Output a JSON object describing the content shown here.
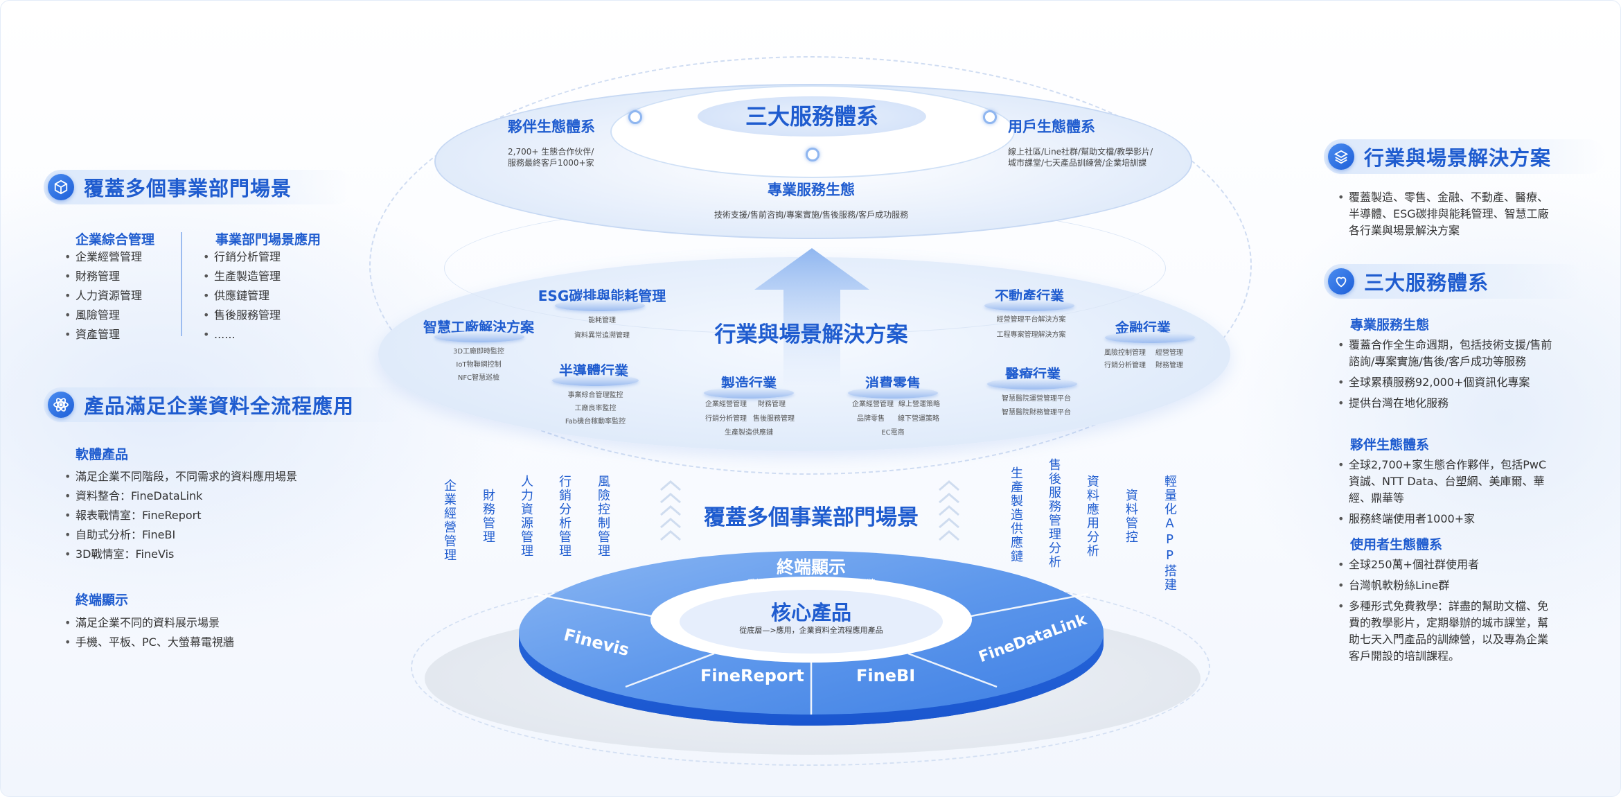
{
  "left": {
    "section1": {
      "title": "覆蓋多個事業部門場景",
      "col1": {
        "heading": "企業綜合管理",
        "items": [
          "企業經營管理",
          "財務管理",
          "人力資源管理",
          "風險管理",
          "資產管理"
        ]
      },
      "col2": {
        "heading": "事業部門場景應用",
        "items": [
          "行銷分析管理",
          "生產製造管理",
          "供應鏈管理",
          "售後服務管理",
          "......"
        ]
      }
    },
    "section2": {
      "title": "產品滿足企業資料全流程應用",
      "software": {
        "heading": "軟體產品",
        "items": [
          "滿足企業不同階段，不同需求的資料應用場景",
          "資料整合：FineDataLink",
          "報表戰情室：FineReport",
          "自助式分析：FineBI",
          "3D戰情室：FineVis"
        ]
      },
      "terminal": {
        "heading": "終端顯示",
        "items": [
          "滿足企業不同的資料展示場景",
          "手機、平板、PC、大螢幕電視牆"
        ]
      }
    }
  },
  "right": {
    "section1": {
      "title": "行業與場景解決方案",
      "items": [
        "覆蓋製造、零售、金融、不動產、醫療、半導體、ESG碳排與能耗管理、智慧工廠各行業與場景解決方案"
      ]
    },
    "section2": {
      "title": "三大服務體系",
      "pro": {
        "heading": "專業服務生態",
        "items": [
          "覆蓋合作全生命週期，包括技術支援/售前諮詢/專案實施/售後/客戶成功等服務",
          "全球累積服務92,000+個資訊化專案",
          "提供台灣在地化服務"
        ]
      },
      "partner": {
        "heading": "夥伴生態體系",
        "items": [
          "全球2,700+家生態合作夥伴，包括PwC資誠、NTT Data、台塑網、美庫爾、華經、鼎華等",
          "服務終端使用者1000+家"
        ]
      },
      "user": {
        "heading": "使用者生態體系",
        "items": [
          "全球250萬+個社群使用者",
          "台灣帆軟粉絲Line群",
          "多種形式免費教學：詳盡的幫助文檔、免費的教學影片，定期舉辦的城市課堂，幫助七天入門產品的訓練營，以及專為企業客戶開設的培訓課程。"
        ]
      }
    }
  },
  "center": {
    "top": {
      "title": "三大服務體系",
      "partner_title": "夥伴生態體系",
      "partner_desc1": "2,700+ 生態合作伙伴/",
      "partner_desc2": "服務最終客戶1000+家",
      "user_title": "用戶生態體系",
      "user_desc1": "線上社區/Line社群/幫助文檔/教學影片/",
      "user_desc2": "城市課堂/七天產品訓練營/企業培訓課",
      "pro_title": "專業服務生態",
      "pro_desc": "技術支援/售前咨詢/專案實施/售後服務/客戶成功服務"
    },
    "middle": {
      "title": "行業與場景解決方案",
      "nodes": {
        "esg": {
          "label": "ESG碳排與能耗管理",
          "items": [
            "能耗管理",
            "資料異常追溯管理"
          ]
        },
        "factory": {
          "label": "智慧工廠解決方案",
          "items": [
            "3D工廠即時監控",
            "IoT物聯網控制",
            "NFC智慧巡檢"
          ]
        },
        "semi": {
          "label": "半導體行業",
          "items": [
            "事業綜合管理監控",
            "工廠良率監控",
            "Fab機台稼動率監控"
          ]
        },
        "manu": {
          "label": "製造行業",
          "items": [
            "企業經營管理",
            "財務管理",
            "行銷分析管理",
            "售後服務管理",
            "生產製造供應鏈"
          ]
        },
        "retail": {
          "label": "消費零售",
          "items": [
            "企業經營管理",
            "線上營運策略",
            "品牌零售",
            "線下營運策略",
            "EC電商"
          ]
        },
        "estate": {
          "label": "不動產行業",
          "items": [
            "經營管理平台解決方案",
            "工程專案管理解決方案"
          ]
        },
        "finance": {
          "label": "金融行業",
          "items": [
            "風險控制管理",
            "經營管理",
            "行銷分析管理",
            "財務管理"
          ]
        },
        "medical": {
          "label": "醫療行業",
          "items": [
            "智慧醫院運營管理平台",
            "智慧醫院財務管理平台"
          ]
        }
      }
    },
    "bottom": {
      "title": "覆蓋多個事業部門場景",
      "left_cols": [
        "企業經營管理",
        "財務管理",
        "人力資源管理",
        "行銷分析管理",
        "風險控制管理"
      ],
      "right_cols": [
        "生產製造供應鏈",
        "售後服務管理分析",
        "資料應用分析",
        "資料管控",
        "輕量化APP搭建"
      ],
      "terminal_title": "終端顯示",
      "terminal_desc": "手機、平板、PC、大螢幕電視牆",
      "core_title": "核心產品",
      "core_desc": "從底層—>應用，企業資料全流程應用產品",
      "products": [
        "Finevis",
        "FineReport",
        "FineBI",
        "FineDataLink"
      ]
    }
  },
  "colors": {
    "primary": "#1f5ccf",
    "accent": "#4a8cf0",
    "light": "#dbe8fb"
  },
  "icons": {
    "section_left1": "cube-icon",
    "section_left2": "atom-icon",
    "section_right1": "layers-icon",
    "section_right2": "heart-icon"
  }
}
